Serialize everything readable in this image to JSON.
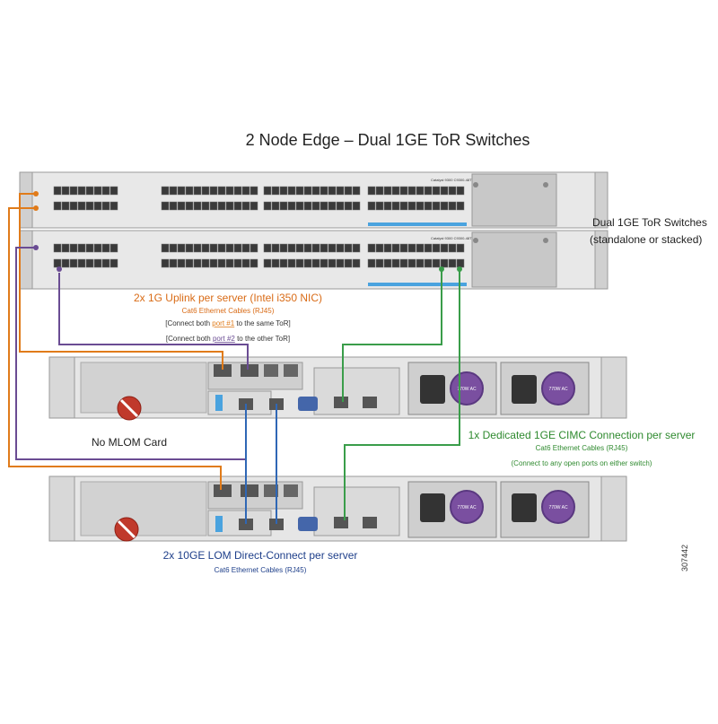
{
  "title": "2 Node Edge – Dual 1GE ToR Switches",
  "switches": {
    "label_line1": "Dual 1GE ToR Switches",
    "label_line2": "(standalone or stacked)",
    "model_label": "Catalyst 9300 C9300-48T"
  },
  "uplink": {
    "title": "2x 1G Uplink per server (Intel i350 NIC)",
    "cable": "Cat6 Ethernet Cables (RJ45)",
    "note1_pre": "[Connect both ",
    "note1_link": "port #1",
    "note1_post": " to the same ToR]",
    "note2_pre": "[Connect both ",
    "note2_link": "port #2",
    "note2_post": " to the other ToR]"
  },
  "no_mlom": "No MLOM Card",
  "cimc": {
    "title": "1x Dedicated 1GE CIMC Connection per server",
    "cable": "Cat6 Ethernet Cables (RJ45)",
    "note": "(Connect to any open ports on either switch)"
  },
  "lom": {
    "title": "2x 10GE LOM Direct-Connect per server",
    "cable": "Cat6 Ethernet Cables (RJ45)"
  },
  "psu_label": "770W AC",
  "figure_id": "307442",
  "colors": {
    "uplink1": "#e07b1a",
    "uplink2": "#6a4c93",
    "cimc": "#3a9d4a",
    "lom": "#2f67b5",
    "chassis": "#e6e6e6",
    "port_blue": "#4aa3df"
  }
}
